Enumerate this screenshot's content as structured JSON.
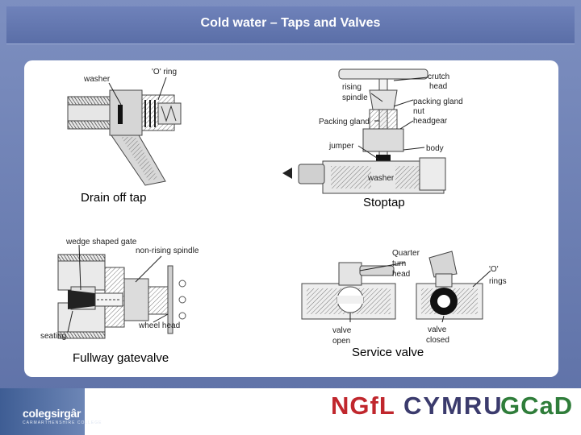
{
  "slide": {
    "title": "Cold water – Taps and Valves"
  },
  "drain_off_tap": {
    "caption": "Drain off tap",
    "labels": {
      "washer": "washer",
      "o_ring": "'O' ring"
    }
  },
  "stoptap": {
    "caption": "Stoptap",
    "labels": {
      "crutch_head": [
        "crutch",
        "head"
      ],
      "rising_spindle": [
        "rising",
        "spindle"
      ],
      "packing_gland_nut": [
        "packing gland",
        "nut"
      ],
      "packing_gland": "Packing gland",
      "headgear": "headgear",
      "jumper": "jumper",
      "body": "body",
      "washer": "washer"
    }
  },
  "gatevalve": {
    "caption": "Fullway gatevalve",
    "labels": {
      "wedge_shaped_gate": "wedge shaped gate",
      "non_rising_spindle": "non-rising spindle",
      "wheel_head": "wheel head",
      "seating": "seating"
    }
  },
  "service_valve": {
    "caption": "Service valve",
    "labels": {
      "quarter_turn_head": [
        "Quarter",
        "turn",
        "head"
      ],
      "o_rings": [
        "'O'",
        "rings"
      ],
      "valve_open": [
        "valve",
        "open"
      ],
      "valve_closed": [
        "valve",
        "closed"
      ]
    }
  },
  "footer": {
    "college_logo": "colegsirgâr",
    "college_sub": "CARMARTHENSHIRE COLLEGE",
    "logo_ngfl": "NGfL",
    "logo_cymru": "CYMRU",
    "logo_gcad": "GCaD"
  },
  "colors": {
    "slide_bg": "#6b7fb0",
    "panel": "#ffffff",
    "ngfl": "#c0272d",
    "cymru": "#3b3b6d",
    "gcad": "#2f7d3a"
  }
}
